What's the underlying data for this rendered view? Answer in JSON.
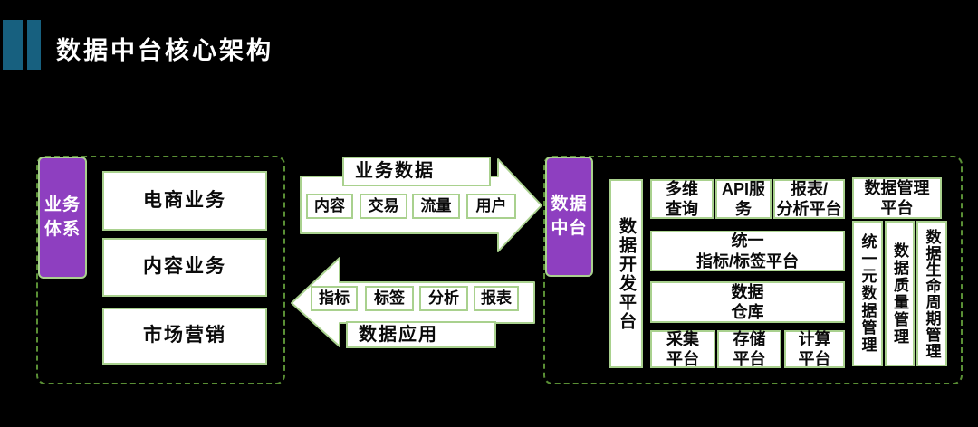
{
  "slide": {
    "title": "数据中台核心架构"
  },
  "colors": {
    "background": "#000000",
    "accent_purple": "#8e3fc0",
    "accent_teal": "#17607f",
    "box_border_green": "#a9d18e",
    "dashed_border_green": "#5a8f35"
  },
  "business_system": {
    "label": "业务\n体系",
    "items": [
      {
        "label": "电商业务"
      },
      {
        "label": "内容业务"
      },
      {
        "label": "市场营销"
      }
    ]
  },
  "flow_top": {
    "direction": "right",
    "label": "业务数据",
    "items": [
      "内容",
      "交易",
      "流量",
      "用户"
    ]
  },
  "flow_bottom": {
    "direction": "left",
    "label": "数据应用",
    "items": [
      "指标",
      "标签",
      "分析",
      "报表"
    ]
  },
  "data_platform": {
    "label": "数据\n中台",
    "dev_platform": "数据开发平台",
    "grid": {
      "top_row": [
        "多维\n查询",
        "API服\n务",
        "报表/\n分析平台"
      ],
      "unified_platform": "统一\n指标/标签平台",
      "warehouse": "数据\n仓库",
      "bottom_row": [
        "采集\n平台",
        "存储\n平台",
        "计算\n平台"
      ]
    },
    "management": {
      "header": "数据管理\n平台",
      "columns": [
        "统一元数据管理",
        "数据质量管理",
        "数据生命周期管理"
      ]
    }
  }
}
